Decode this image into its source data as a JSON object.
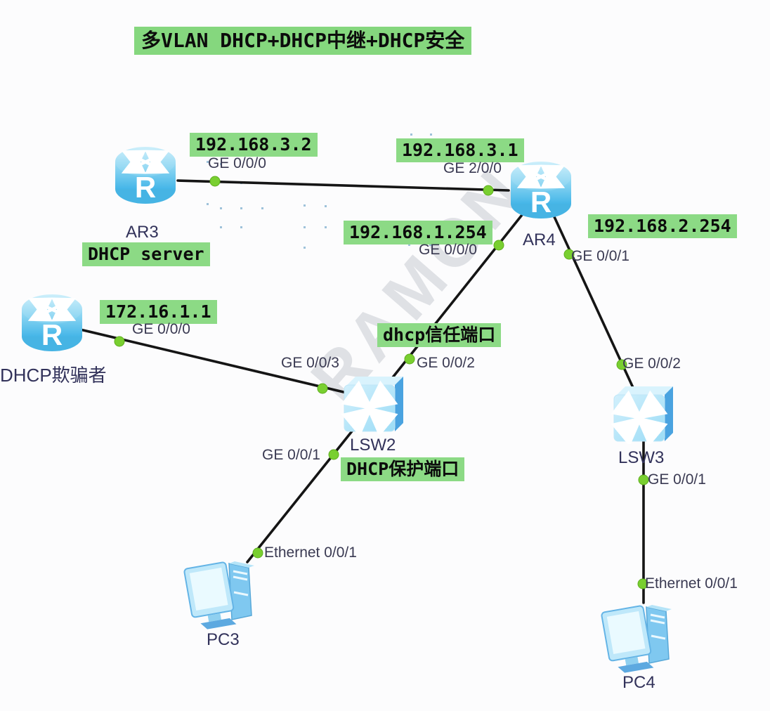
{
  "title": "多VLAN DHCP+DHCP中继+DHCP安全",
  "watermark": "RAMON",
  "colors": {
    "annotation_green": "#8cda85",
    "link_black": "#151515",
    "port_dot_green": "#79cf30",
    "device_blue": "#5bc0ec"
  },
  "devices": {
    "ar3": {
      "name": "AR3",
      "role": "DHCP server",
      "ip": "192.168.3.2",
      "port": "GE 0/0/0"
    },
    "ar4": {
      "name": "AR4",
      "ip_ge200": "192.168.3.1",
      "port_ge200": "GE 2/0/0",
      "ip_ge000": "192.168.1.254",
      "port_ge000": "GE 0/0/0",
      "ip_ge001": "192.168.2.254",
      "port_ge001": "GE 0/0/1"
    },
    "spoofer": {
      "name": "DHCP欺骗者",
      "ip": "172.16.1.1",
      "port": "GE 0/0/0"
    },
    "lsw2": {
      "name": "LSW2",
      "port_ge003": "GE 0/0/3",
      "port_ge002": "GE 0/0/2",
      "port_ge001": "GE 0/0/1",
      "note_trust": "dhcp信任端口",
      "note_protect": "DHCP保护端口"
    },
    "lsw3": {
      "name": "LSW3",
      "port_ge002": "GE 0/0/2",
      "port_ge001": "GE 0/0/1"
    },
    "pc3": {
      "name": "PC3",
      "port": "Ethernet 0/0/1"
    },
    "pc4": {
      "name": "PC4",
      "port": "Ethernet 0/0/1"
    }
  },
  "links": [
    {
      "from": "AR3 GE 0/0/0",
      "to": "AR4 GE 2/0/0"
    },
    {
      "from": "AR4 GE 0/0/0",
      "to": "LSW2 GE 0/0/2"
    },
    {
      "from": "AR4 GE 0/0/1",
      "to": "LSW3 GE 0/0/2"
    },
    {
      "from": "DHCP欺骗者 GE 0/0/0",
      "to": "LSW2 GE 0/0/3"
    },
    {
      "from": "LSW2 GE 0/0/1",
      "to": "PC3 Ethernet 0/0/1"
    },
    {
      "from": "LSW3 GE 0/0/1",
      "to": "PC4 Ethernet 0/0/1"
    }
  ]
}
